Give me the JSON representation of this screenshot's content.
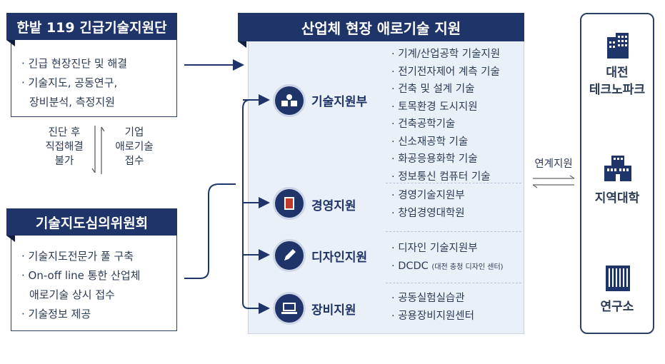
{
  "left_top": {
    "title": "한밭 119 긴급기술지원단",
    "items": [
      "긴급 현장진단 및 해결",
      "기술지도, 공동연구,",
      "장비분석, 측정지원"
    ]
  },
  "middle_labels": {
    "left": [
      "진단 후",
      "직접해결",
      "불가"
    ],
    "right": [
      "기업",
      "애로기술",
      "접수"
    ]
  },
  "left_bottom": {
    "title": "기술지도심의위원회",
    "items": [
      "기술지도전문가 풀 구축",
      "On-off line 통한 산업체",
      "애로기술 상시 접수",
      "기술정보 제공"
    ]
  },
  "center": {
    "title": "산업체 현장 애로기술 지원",
    "departments": [
      {
        "name": "기술지원부",
        "icon": "book-group-icon",
        "items": [
          "기계/산업공학 기술지원",
          "전기전자제어 계측 기술",
          "건축 및 설계 기술",
          "토목환경 도시지원",
          "건축공학기술",
          "신소재공학 기술",
          "화공응용화학 기술",
          "정보통신 컴퓨터 기술"
        ]
      },
      {
        "name": "경영지원",
        "icon": "notebook-icon",
        "items": [
          "경영기술지원부",
          "창업경영대학원"
        ]
      },
      {
        "name": "디자인지원",
        "icon": "pen-icon",
        "items": [
          "디자인 기술지원부",
          "DCDC"
        ],
        "note": "(대전 충청 디자인 센터)"
      },
      {
        "name": "장비지원",
        "icon": "monitor-icon",
        "items": [
          "공동실험실습관",
          "공용장비지원센터"
        ]
      }
    ]
  },
  "link_label": "연계지원",
  "institutions": [
    {
      "lines": [
        "대전",
        "테크노파크"
      ],
      "icon": "office-building-icon"
    },
    {
      "lines": [
        "지역대학"
      ],
      "icon": "university-icon"
    },
    {
      "lines": [
        "연구소"
      ],
      "icon": "research-building-icon"
    }
  ],
  "colors": {
    "navy": "#1f3468",
    "border": "#2e3f66",
    "panel": "#eaf0f8"
  }
}
